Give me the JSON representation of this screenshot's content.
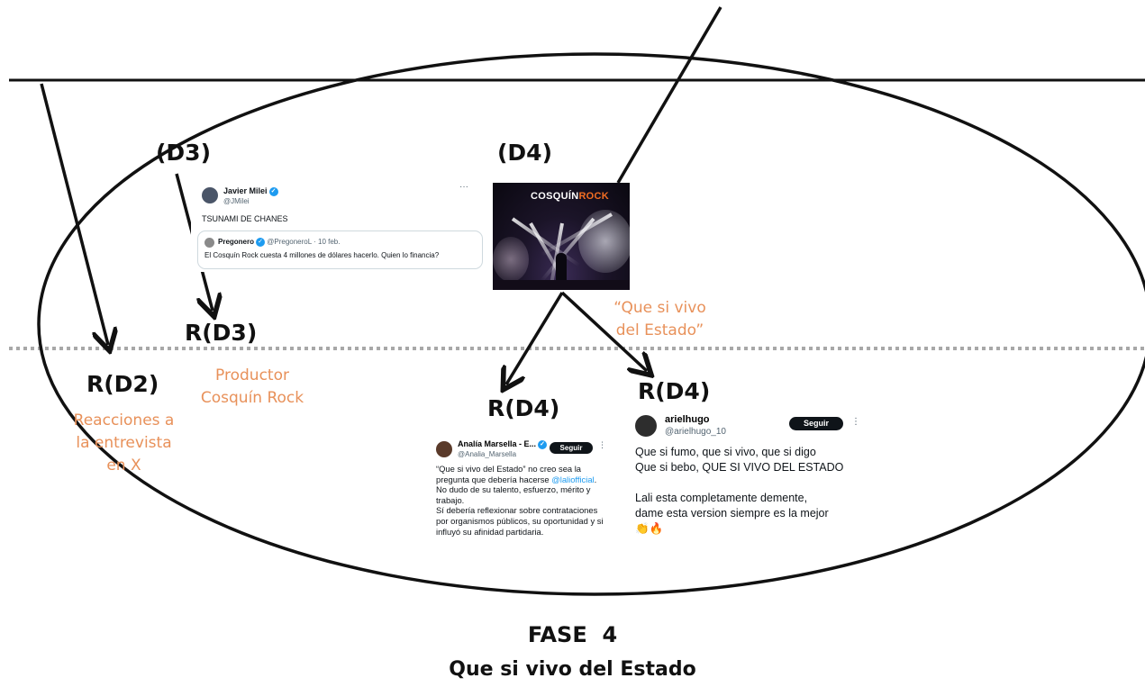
{
  "diagram": {
    "labels": {
      "d3": "(D3)",
      "d4": "(D4)",
      "r_d2": "R(D2)",
      "r_d3": "R(D3)",
      "r_d4_left": "R(D4)",
      "r_d4_right": "R(D4)"
    },
    "notes": {
      "r_d2": [
        "Reacciones a",
        "la entrevista",
        "en X"
      ],
      "r_d3": [
        "Productor",
        "Cosquín Rock"
      ],
      "quote": [
        "“Que si vivo",
        "del Estado”"
      ]
    },
    "accent_color": "#e8915a",
    "title": "FASE  4",
    "subtitle": "Que si vivo del Estado"
  },
  "tweet_milei": {
    "name": "Javier Milei",
    "handle": "@JMilei",
    "menu": "···",
    "text": "TSUNAMI DE CHANES",
    "quote": {
      "name": "Pregonero",
      "meta": "@PregoneroL · 10 feb.",
      "text": "El Cosquín Rock cuesta 4 millones de dólares hacerlo.  Quien lo financia?"
    }
  },
  "photo": {
    "logo_left": "COSQUÍN",
    "logo_right": "ROCK"
  },
  "tweet_analia": {
    "name": "Analía Marsella - E...",
    "handle": "@Analia_Marsella",
    "follow": "Seguir",
    "menu": "⋮",
    "text_before": "“Que si vivo del Estado” no creo sea la pregunta que debería hacerse ",
    "mention": "@laliofficial",
    "text_after": ". No dudo de su talento, esfuerzo, mérito y trabajo.\nSí debería reflexionar sobre contrataciones por organismos públicos, su oportunidad y si influyó su afinidad partidaria."
  },
  "tweet_ariel": {
    "name": "arielhugo",
    "handle": "@arielhugo_10",
    "follow": "Seguir",
    "menu": "⋮",
    "lines": [
      "Que si fumo, que si vivo, que si digo",
      "Que si bebo, QUE SI VIVO DEL ESTADO",
      "",
      "Lali esta completamente demente,",
      "dame esta version siempre es la mejor",
      "👏🔥"
    ]
  }
}
